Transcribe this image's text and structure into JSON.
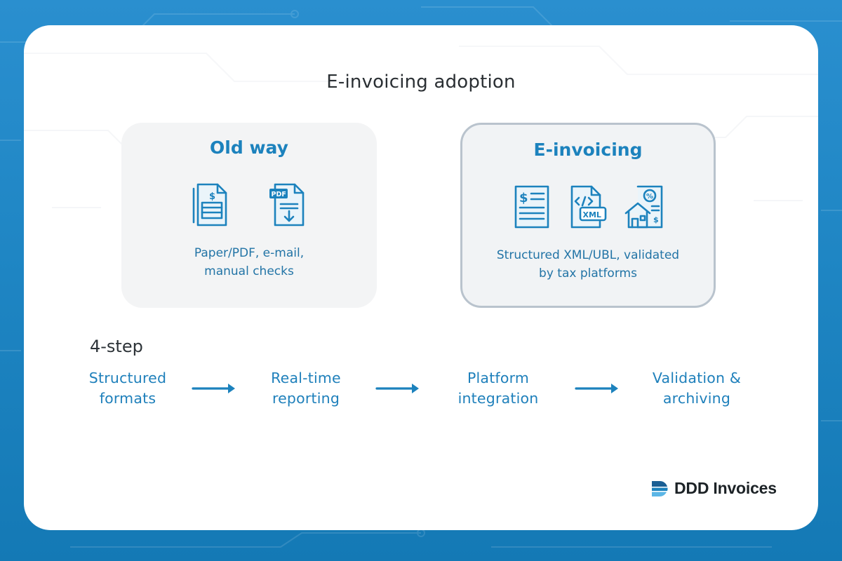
{
  "diagram": {
    "title": "E-invoicing adoption",
    "panels": [
      {
        "heading": "Old way",
        "description_line1": "Paper/PDF, e-mail,",
        "description_line2": "manual checks",
        "icons": [
          "invoice-dollar-icon",
          "pdf-download-icon"
        ]
      },
      {
        "heading": "E-invoicing",
        "description_line1": "Structured XML/UBL, validated",
        "description_line2": "by tax platforms",
        "icons": [
          "invoice-document-icon",
          "xml-file-icon",
          "tax-house-icon"
        ]
      }
    ],
    "steps_label": "4-step",
    "steps": [
      {
        "line1": "Structured",
        "line2": "formats"
      },
      {
        "line1": "Real-time",
        "line2": "reporting"
      },
      {
        "line1": "Platform",
        "line2": "integration"
      },
      {
        "line1": "Validation &",
        "line2": "archiving"
      }
    ]
  },
  "brand": {
    "name": "DDD Invoices"
  },
  "colors": {
    "background": "#1f86c4",
    "accent": "#1c82bd",
    "text_dark": "#2a2f33",
    "panel_border": "#b9c3cd"
  }
}
